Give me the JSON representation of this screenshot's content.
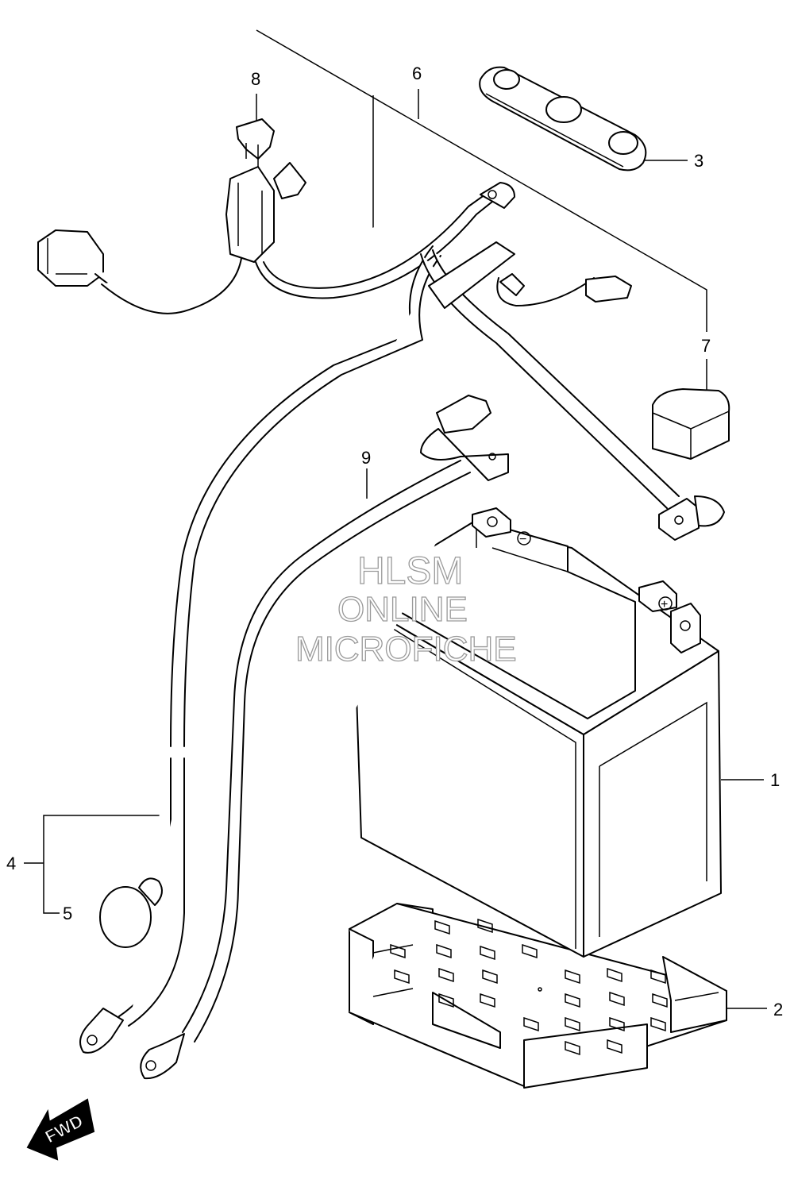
{
  "callouts": [
    "1",
    "2",
    "3",
    "4",
    "5",
    "6",
    "7",
    "8",
    "9"
  ],
  "watermark": {
    "line1": "HLSM",
    "line2": "ONLINE",
    "line3": "MICROFICHE"
  },
  "fwd_label": "FWD",
  "terminal_symbols": {
    "negative": "−",
    "positive": "+"
  }
}
